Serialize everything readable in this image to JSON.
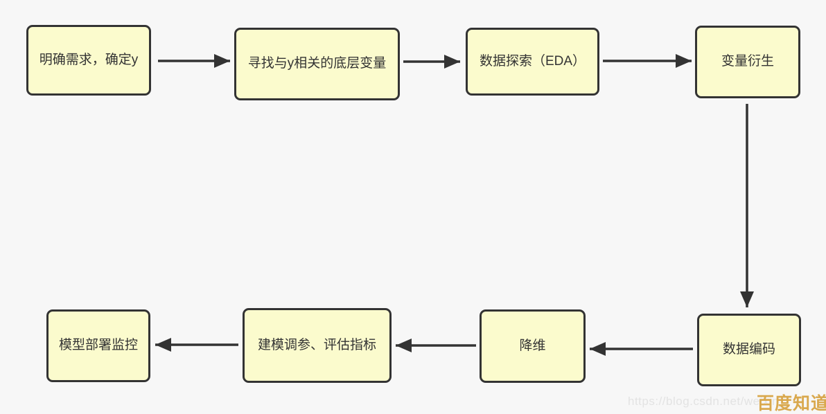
{
  "page": {
    "background_color": "#f7f7f7"
  },
  "diagram": {
    "type": "flowchart",
    "node_style": {
      "fill_color": "#fbfbcd",
      "border_color": "#333333",
      "text_color": "#333333"
    },
    "arrow_color": "#333333",
    "nodes": [
      {
        "id": "n1",
        "label": "明确需求，确定y"
      },
      {
        "id": "n2",
        "label": "寻找与y相关的底层变量"
      },
      {
        "id": "n3",
        "label": "数据探索（EDA）"
      },
      {
        "id": "n4",
        "label": "变量衍生"
      },
      {
        "id": "n5",
        "label": "数据编码"
      },
      {
        "id": "n6",
        "label": "降维"
      },
      {
        "id": "n7",
        "label": "建模调参、评估指标"
      },
      {
        "id": "n8",
        "label": "模型部署监控"
      }
    ],
    "edges": [
      {
        "from": "n1",
        "to": "n2",
        "direction": "right"
      },
      {
        "from": "n2",
        "to": "n3",
        "direction": "right"
      },
      {
        "from": "n3",
        "to": "n4",
        "direction": "right"
      },
      {
        "from": "n4",
        "to": "n5",
        "direction": "down"
      },
      {
        "from": "n5",
        "to": "n6",
        "direction": "left"
      },
      {
        "from": "n6",
        "to": "n7",
        "direction": "left"
      },
      {
        "from": "n7",
        "to": "n8",
        "direction": "left"
      }
    ]
  },
  "watermark": {
    "url_text": "https://blog.csdn.net/weixin_",
    "brand_text": "百度知道",
    "brand_color": "#d9a84d"
  }
}
